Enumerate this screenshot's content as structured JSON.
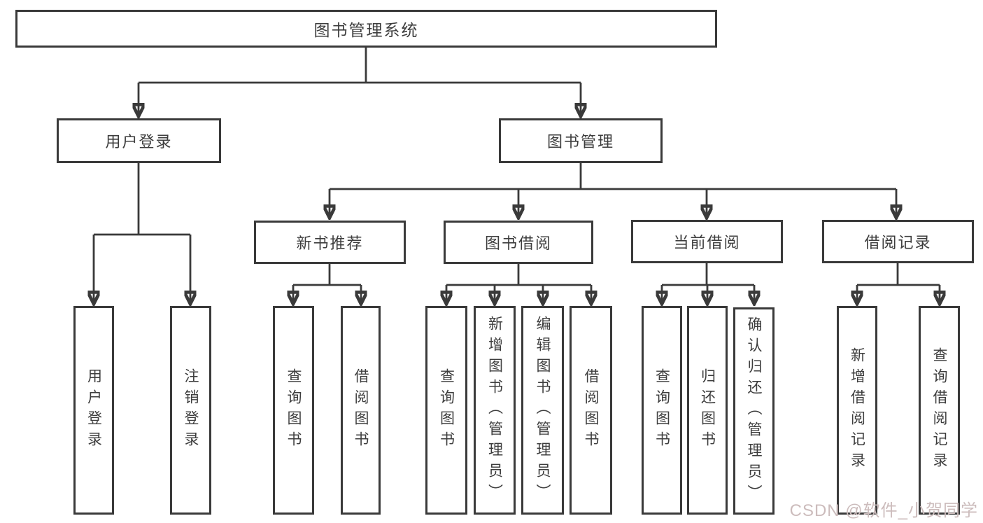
{
  "diagram": {
    "tree": {
      "root": {
        "label": "图书管理系统"
      },
      "branches": [
        {
          "label": "用户登录",
          "children": [
            {
              "label": "用户登录"
            },
            {
              "label": "注销登录"
            }
          ]
        },
        {
          "label": "图书管理",
          "children": [
            {
              "label": "新书推荐",
              "children": [
                {
                  "label": "查询图书"
                },
                {
                  "label": "借阅图书"
                }
              ]
            },
            {
              "label": "图书借阅",
              "children": [
                {
                  "label": "查询图书"
                },
                {
                  "label": "新增图书（管理员）"
                },
                {
                  "label": "编辑图书（管理员）"
                },
                {
                  "label": "借阅图书"
                }
              ]
            },
            {
              "label": "当前借阅",
              "children": [
                {
                  "label": "查询图书"
                },
                {
                  "label": "归还图书"
                },
                {
                  "label": "确认归还（管理员）"
                }
              ]
            },
            {
              "label": "借阅记录",
              "children": [
                {
                  "label": "新增借阅记录"
                },
                {
                  "label": "查询借阅记录"
                }
              ]
            }
          ]
        }
      ]
    },
    "watermark": {
      "text": "CSDN @软件_小贺同学",
      "color": "#ccbcbc"
    },
    "colors": {
      "line": "#3a3a3a",
      "text": "#3d3d3d",
      "background": "#ffffff"
    }
  }
}
